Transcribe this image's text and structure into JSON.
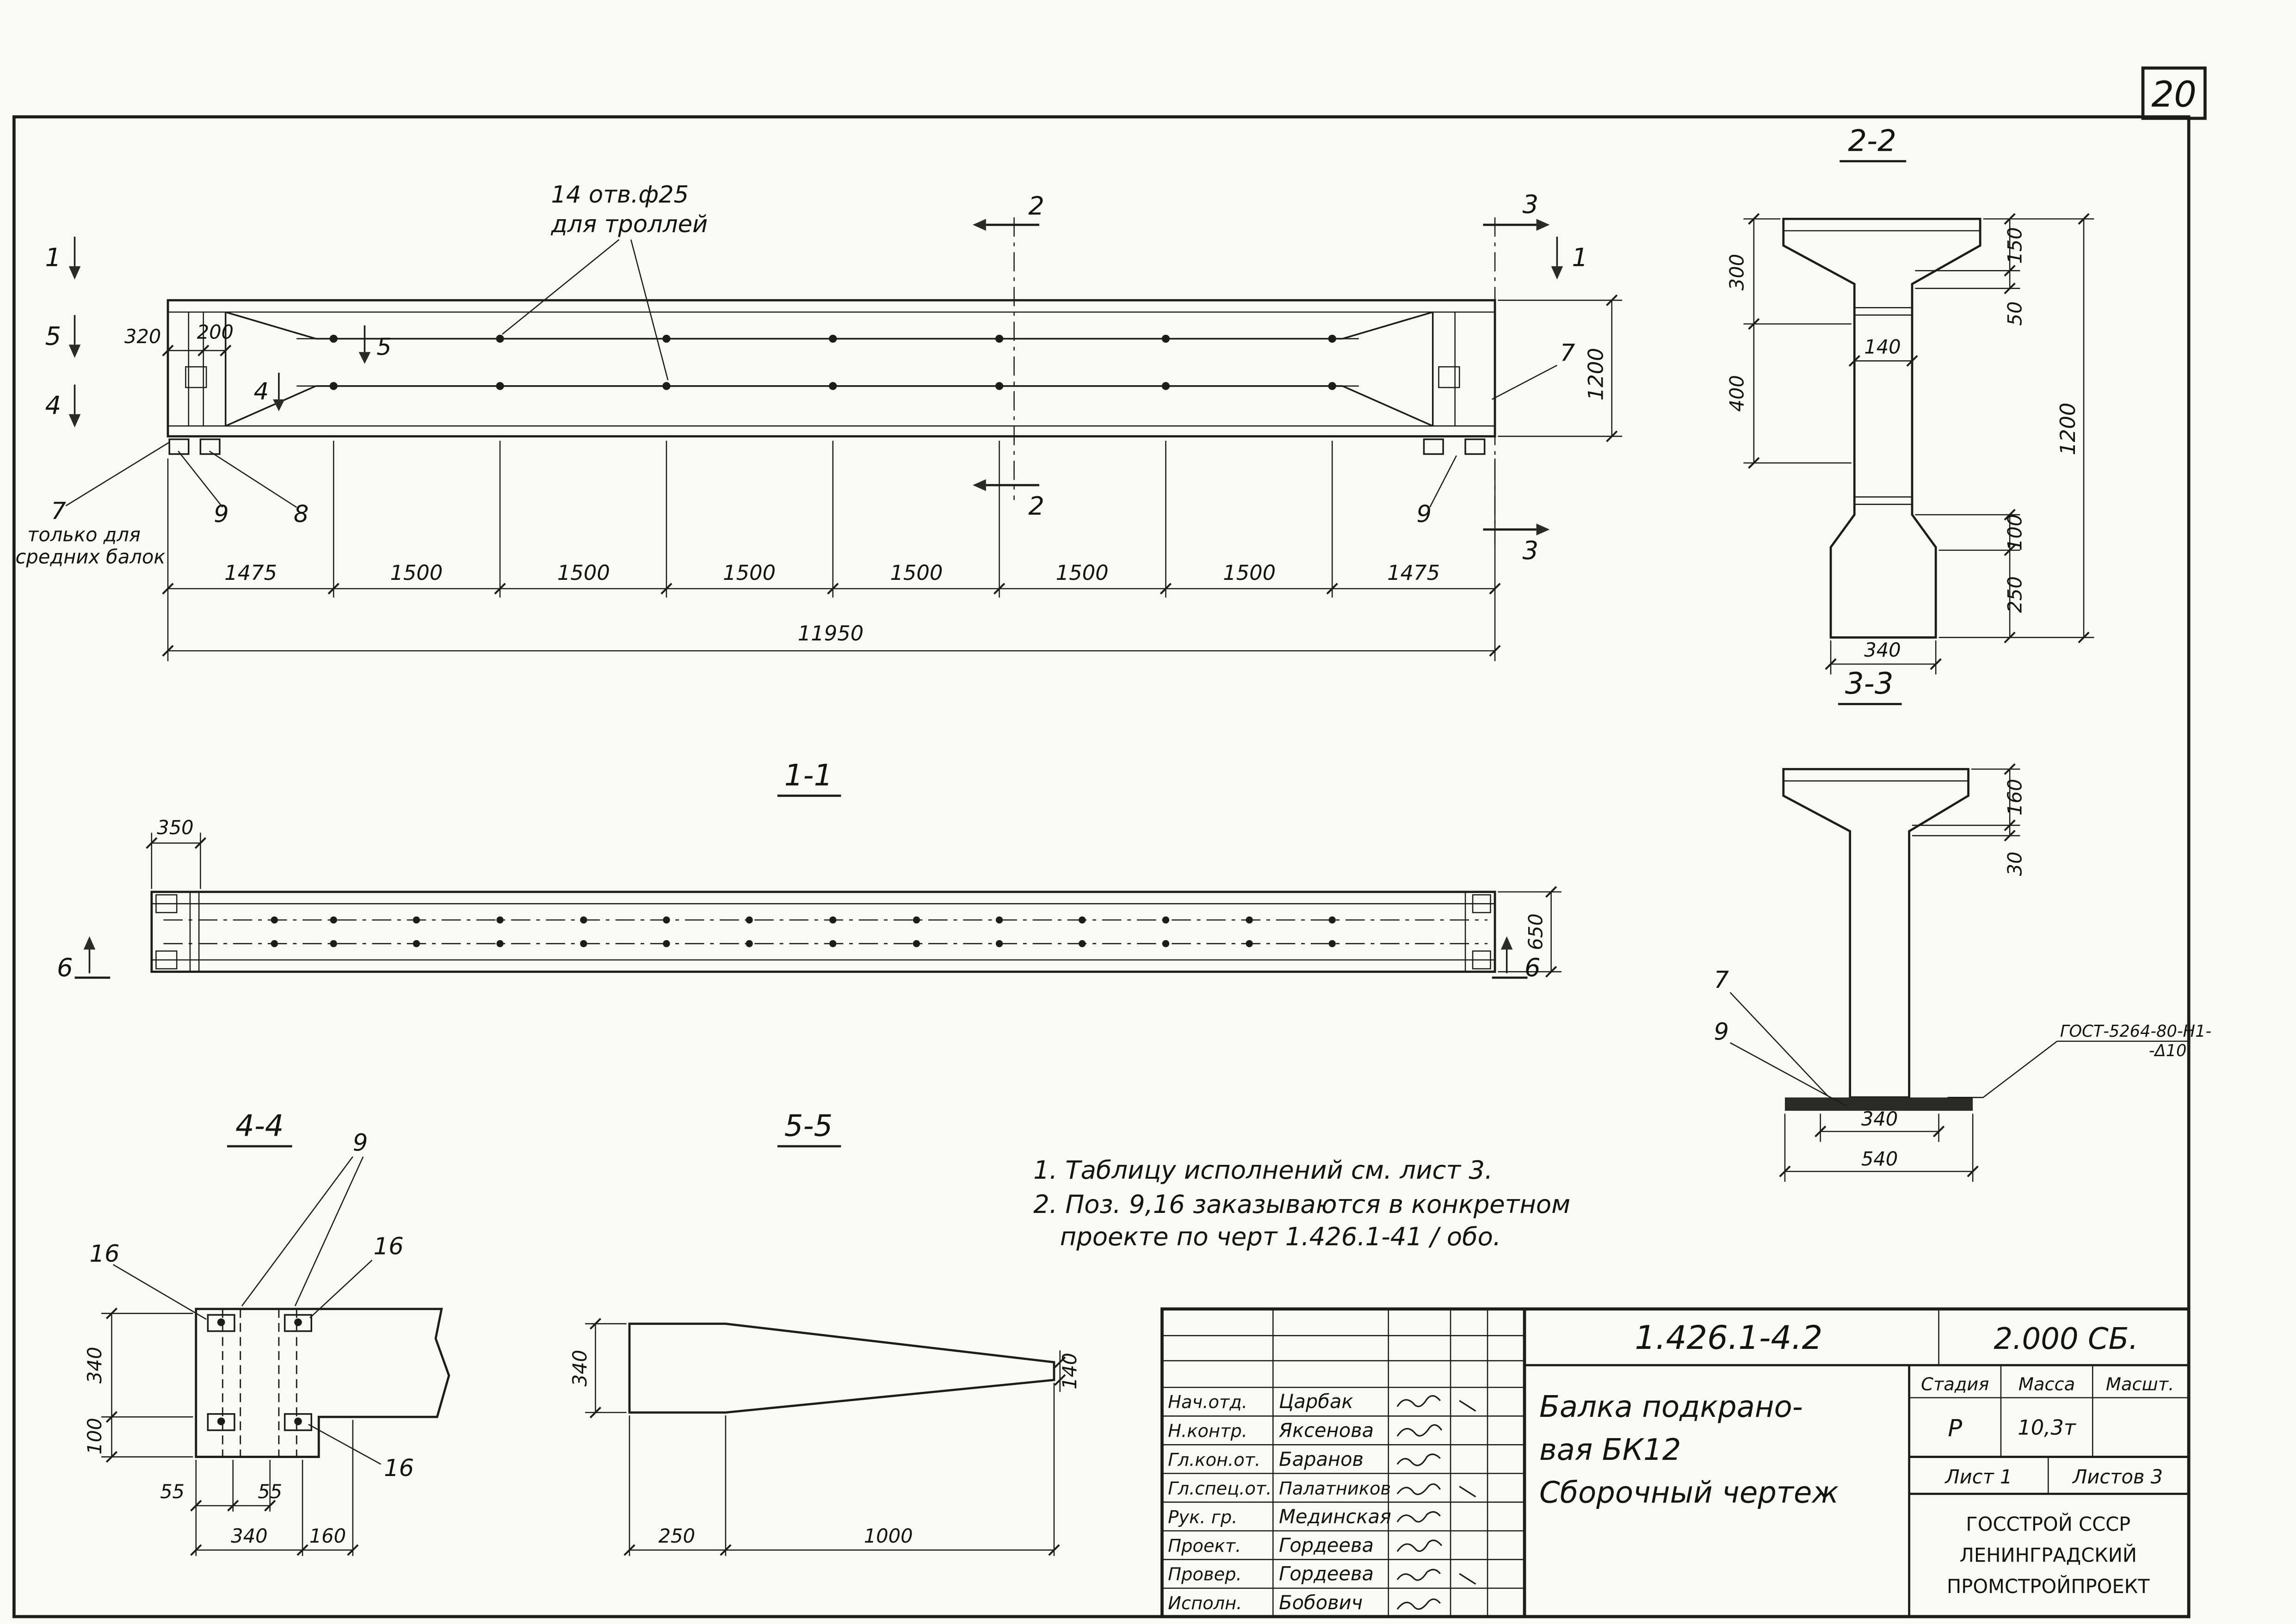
{
  "sheet": {
    "number": "20"
  },
  "markers": {
    "m1": "1",
    "m2": "2",
    "m3": "3",
    "m4": "4",
    "m5": "5",
    "m6": "6"
  },
  "callouts": {
    "c7": "7",
    "c8": "8",
    "c9": "9",
    "c16": "16"
  },
  "main": {
    "holes_note1": "14 отв.ф25",
    "holes_note2": "для троллей",
    "note_mid1": "только для",
    "note_mid2": "средних балок",
    "dim320": "320",
    "dim200": "200",
    "dim1200": "1200",
    "dims": [
      "1475",
      "1500",
      "1500",
      "1500",
      "1500",
      "1500",
      "1500",
      "1475"
    ],
    "total": "11950"
  },
  "s22": {
    "title": "2-2",
    "d300": "300",
    "d400": "400",
    "d150": "150",
    "d50": "50",
    "d140": "140",
    "d100": "100",
    "d250": "250",
    "d1200": "1200",
    "d340": "340"
  },
  "s33": {
    "title": "3-3",
    "d160": "160",
    "d30": "30",
    "weld1": "ГОСТ-5264-80-Н1-",
    "weld2": "-Δ10",
    "d340": "340",
    "d540": "540"
  },
  "s11": {
    "title": "1-1",
    "d350": "350",
    "d650": "650"
  },
  "s44": {
    "title": "4-4",
    "d340v": "340",
    "d100": "100",
    "d55": "55",
    "d340": "340",
    "d160": "160"
  },
  "s55": {
    "title": "5-5",
    "d340": "340",
    "d140": "140",
    "d250": "250",
    "d1000": "1000"
  },
  "notes": {
    "line1": "1. Таблицу исполнений  см. лист 3.",
    "line2": "2. Поз. 9,16 заказываются в конкретном",
    "line3": "проекте по черт 1.426.1-41 / обо."
  },
  "tb": {
    "doc_number": "1.426.1-4.2",
    "doc_code": "2.000 СБ.",
    "rows": [
      {
        "role": "Нач.отд.",
        "name": "Царбак"
      },
      {
        "role": "Н.контр.",
        "name": "Яксенова"
      },
      {
        "role": "Гл.кон.от.",
        "name": "Баранов"
      },
      {
        "role": "Гл.спец.от.",
        "name": "Палатников"
      },
      {
        "role": "Рук. гр.",
        "name": "Мединская"
      },
      {
        "role": "Проект.",
        "name": "Гордеева"
      },
      {
        "role": "Провер.",
        "name": "Гордеева"
      },
      {
        "role": "Исполн.",
        "name": "Бобович"
      }
    ],
    "title_line1": "Балка подкрано-",
    "title_line2": "вая БК12",
    "title_line3": "Сборочный  чертеж",
    "stage_label": "Стадия",
    "mass_label": "Масса",
    "scale_label": "Масшт.",
    "stage_value": "Р",
    "mass_value": "10,3т",
    "sheet_label": "Лист 1",
    "sheets_label": "Листов 3",
    "org_line1": "ГОССТРОЙ СССР",
    "org_line2": "ЛЕНИНГРАДСКИЙ",
    "org_line3": "ПРОМСТРОЙПРОЕКТ"
  }
}
